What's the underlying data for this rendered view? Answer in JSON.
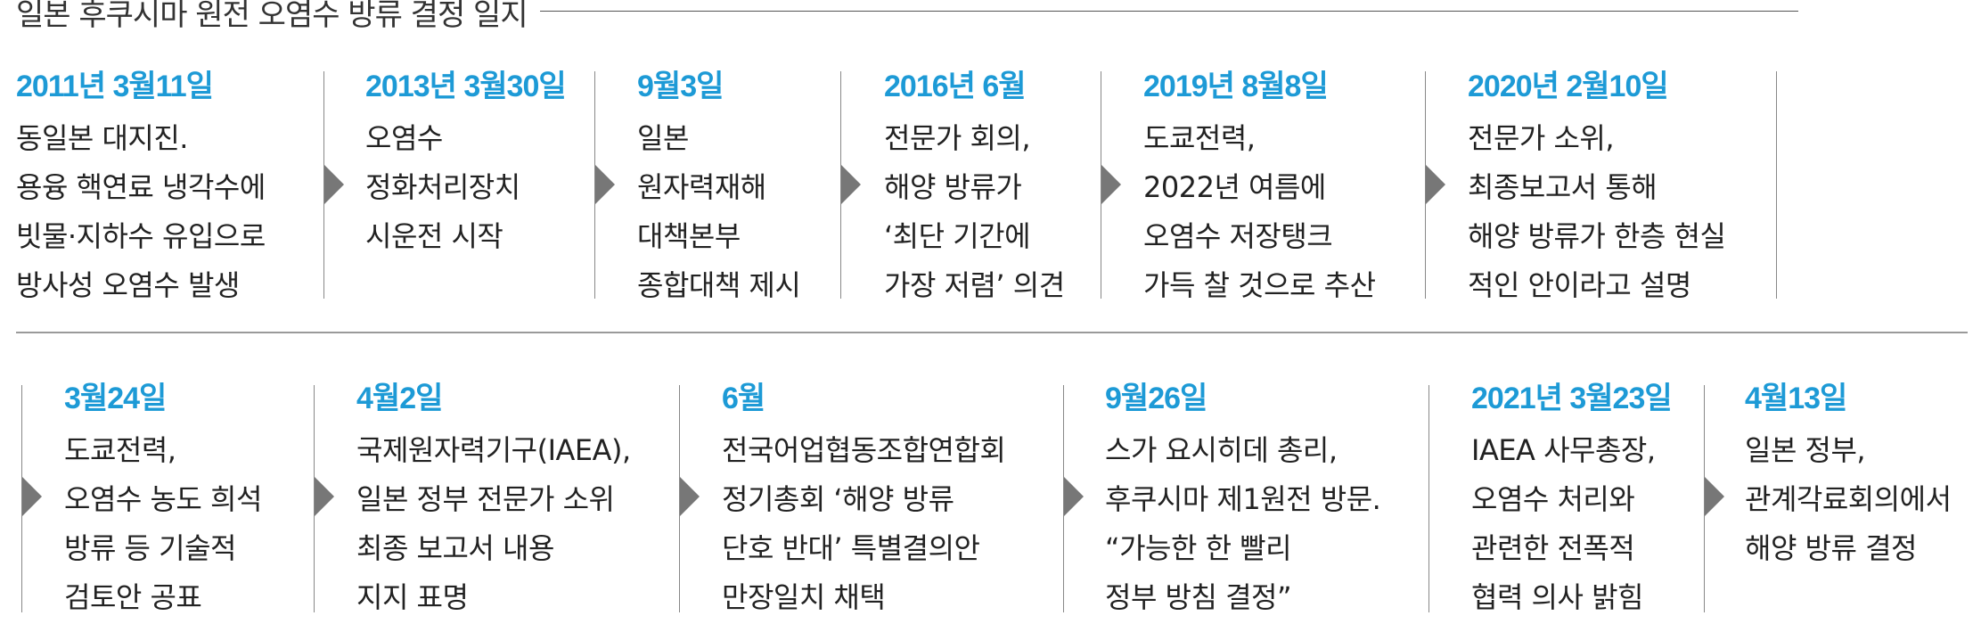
{
  "title": "일본 후쿠시마 원전 오염수 방류 결정 일지",
  "rows": [
    [
      {
        "date": "2011년 3월11일",
        "lines": [
          "동일본 대지진.",
          "용융 핵연료 냉각수에",
          "빗물·지하수 유입으로",
          "방사성 오염수 발생"
        ]
      },
      {
        "date": "2013년 3월30일",
        "lines": [
          "오염수",
          "정화처리장치",
          "시운전 시작"
        ]
      },
      {
        "date": "9월3일",
        "lines": [
          "일본",
          "원자력재해",
          "대책본부",
          "종합대책 제시"
        ]
      },
      {
        "date": "2016년 6월",
        "lines": [
          "전문가 회의,",
          "해양 방류가",
          "‘최단 기간에",
          "가장 저렴’ 의견"
        ]
      },
      {
        "date": "2019년 8월8일",
        "lines": [
          "도쿄전력,",
          "2022년 여름에",
          "오염수 저장탱크",
          "가득 찰 것으로 추산"
        ]
      },
      {
        "date": "2020년 2월10일",
        "lines": [
          "전문가 소위,",
          "최종보고서 통해",
          "해양 방류가 한층 현실",
          "적인 안이라고 설명"
        ]
      }
    ],
    [
      {
        "date": "3월24일",
        "lines": [
          "도쿄전력,",
          "오염수 농도 희석",
          "방류 등 기술적",
          "검토안 공표"
        ]
      },
      {
        "date": "4월2일",
        "lines": [
          "국제원자력기구(IAEA),",
          "일본 정부 전문가 소위",
          "최종 보고서 내용",
          "지지 표명"
        ]
      },
      {
        "date": "6월",
        "lines": [
          "전국어업협동조합연합회",
          "정기총회 ‘해양 방류",
          "단호 반대’ 특별결의안",
          "만장일치 채택"
        ]
      },
      {
        "date": "9월26일",
        "lines": [
          "스가 요시히데 총리,",
          "후쿠시마 제1원전 방문.",
          "“가능한 한 빨리",
          " 정부 방침 결정”"
        ]
      },
      {
        "date": "2021년 3월23일",
        "lines": [
          "IAEA 사무총장,",
          "오염수 처리와",
          "관련한 전폭적",
          "협력 의사 밝힘"
        ]
      },
      {
        "date": "4월13일",
        "lines": [
          "일본 정부,",
          "관계각료회의에서",
          "해양 방류 결정"
        ]
      }
    ]
  ],
  "colors": {
    "date": "#1d9ad6",
    "text": "#222222",
    "arrow": "#777777",
    "rule": "#9a9a9a"
  }
}
